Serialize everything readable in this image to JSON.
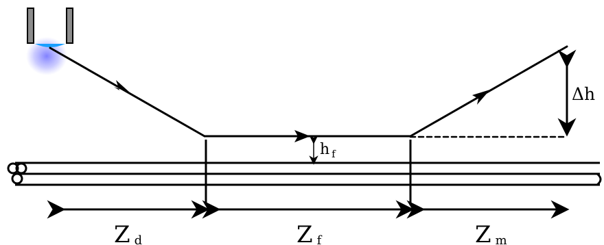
{
  "labels": {
    "delta_h": "Δh",
    "h_f": {
      "main": "h",
      "sub": "f"
    },
    "z_d": {
      "main": "Z",
      "sub": "d"
    },
    "z_f": {
      "main": "Z",
      "sub": "f"
    },
    "z_m": {
      "main": "Z",
      "sub": "m"
    }
  },
  "colors": {
    "stroke": "#000000",
    "emitter_body": "#8c8c8c",
    "emitter_lens": "#1a9fff",
    "emitter_glow": "#6b6bff"
  },
  "icons": {
    "source": "emitter-icon",
    "fibers": "fiber-bundle-icon"
  }
}
